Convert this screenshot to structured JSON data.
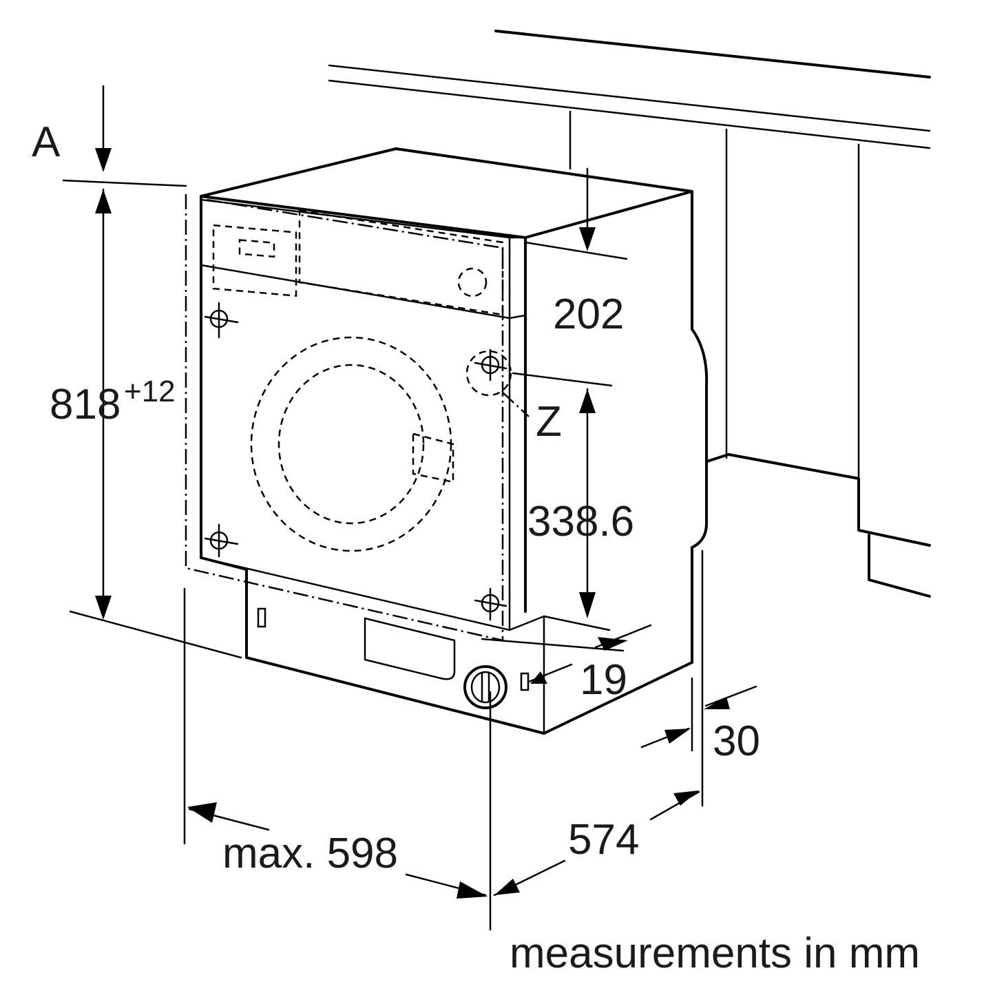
{
  "labels": {
    "a": "A",
    "height_main": "818",
    "height_tol": "+12",
    "top_offset": "202",
    "z": "Z",
    "side_offset": "338.6",
    "plinth_gap": "19",
    "depth_gap": "30",
    "depth": "574",
    "width": "max. 598",
    "units": "measurements in mm"
  }
}
